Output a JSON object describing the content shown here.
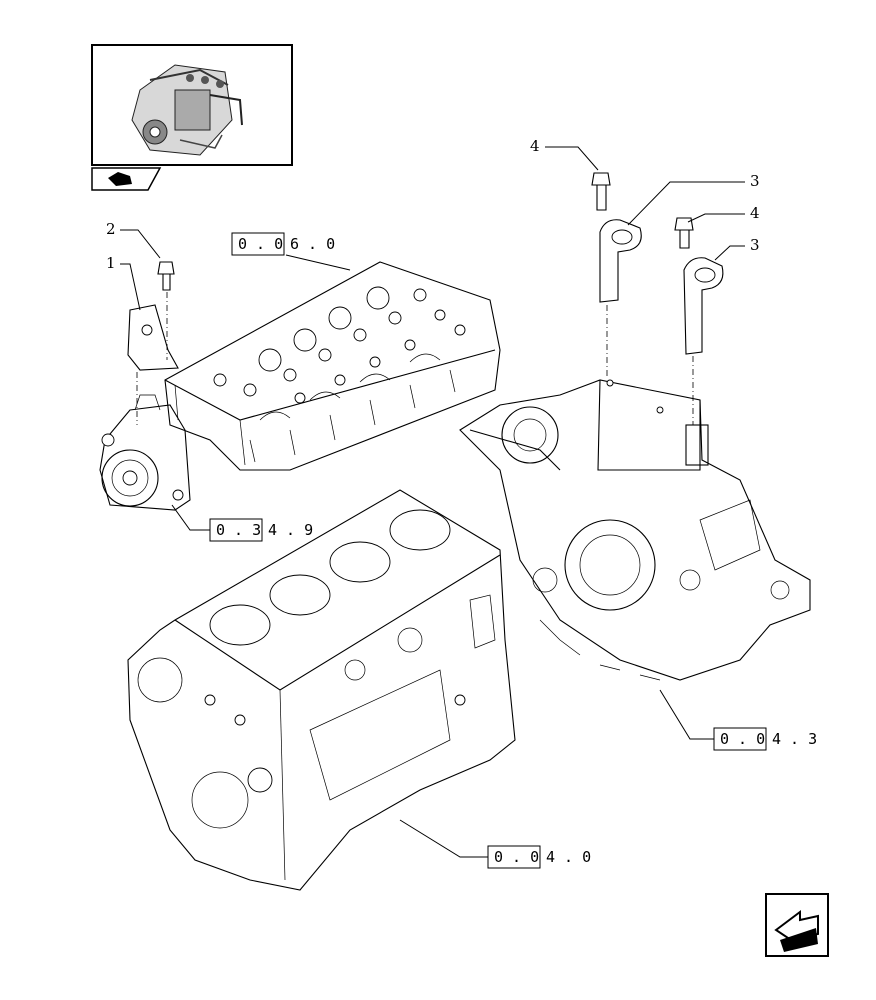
{
  "diagram": {
    "callouts": [
      {
        "id": "c1",
        "number": "1"
      },
      {
        "id": "c2",
        "number": "2"
      },
      {
        "id": "c3a",
        "number": "3"
      },
      {
        "id": "c3b",
        "number": "3"
      },
      {
        "id": "c4a",
        "number": "4"
      },
      {
        "id": "c4b",
        "number": "4"
      }
    ],
    "references": [
      {
        "id": "r006",
        "boxed": "0 . 0",
        "rest": "6 . 0"
      },
      {
        "id": "r349",
        "boxed": "0 . 3",
        "rest": "4 . 9"
      },
      {
        "id": "r043",
        "boxed": "0 . 0",
        "rest": "4 . 3"
      },
      {
        "id": "r040",
        "boxed": "0 . 0",
        "rest": "4 . 0"
      }
    ]
  },
  "icons": {
    "thumbnail": "engine-thumbnail-icon",
    "thumbnail_tab": "hand-pointer-icon",
    "nav_corner": "arrow-back-icon"
  }
}
